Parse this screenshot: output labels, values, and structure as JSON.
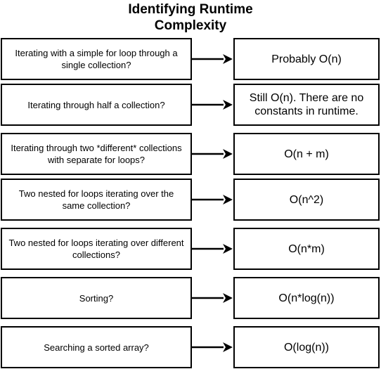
{
  "title": {
    "line1": "Identifying Runtime",
    "line2": "Complexity"
  },
  "rows": [
    {
      "question": "Iterating with a simple for loop through a single collection?",
      "answer": "Probably O(n)"
    },
    {
      "question": "Iterating through half a collection?",
      "answer": "Still O(n).  There are no constants in runtime."
    },
    {
      "question": "Iterating through two *different* collections with separate for loops?",
      "answer": "O(n + m)"
    },
    {
      "question": "Two nested for loops iterating over the same collection?",
      "answer": "O(n^2)"
    },
    {
      "question": "Two nested for loops iterating over different collections?",
      "answer": "O(n*m)"
    },
    {
      "question": "Sorting?",
      "answer": "O(n*log(n))"
    },
    {
      "question": "Searching a sorted array?",
      "answer": "O(log(n))"
    }
  ]
}
